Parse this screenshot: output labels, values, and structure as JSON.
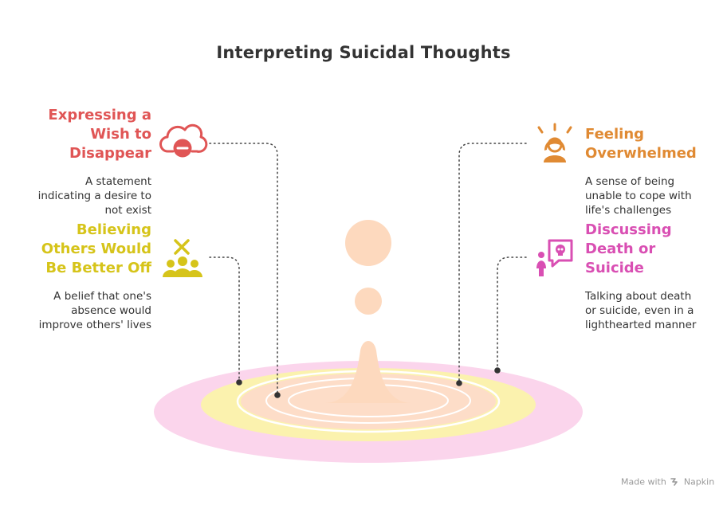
{
  "title": "Interpreting Suicidal Thoughts",
  "items": [
    {
      "heading_lines": [
        "Expressing a",
        "Wish to",
        "Disappear"
      ],
      "description_lines": [
        "A statement",
        "indicating a desire to",
        "not exist"
      ],
      "icon": "cloud-minus-icon",
      "color": "#e05555"
    },
    {
      "heading_lines": [
        "Believing",
        "Others Would",
        "Be Better Off"
      ],
      "description_lines": [
        "A belief that one's",
        "absence would",
        "improve others' lives"
      ],
      "icon": "group-x-icon",
      "color": "#d6c41a"
    },
    {
      "heading_lines": [
        "Feeling",
        "Overwhelmed"
      ],
      "description_lines": [
        "A sense of being",
        "unable to cope with",
        "life's challenges"
      ],
      "icon": "stressed-person-icon",
      "color": "#e08a33"
    },
    {
      "heading_lines": [
        "Discussing",
        "Death or",
        "Suicide"
      ],
      "description_lines": [
        "Talking about death",
        "or suicide, even in a",
        "lighthearted manner"
      ],
      "icon": "person-skull-speech-icon",
      "color": "#d94fb3"
    }
  ],
  "colors": {
    "ripple_outer": "#fbd5ec",
    "ripple_middle": "#fbf2ae",
    "ripple_inner": "#fdddc8",
    "droplet": "#fdd9be"
  },
  "footer": {
    "made_with": "Made with",
    "brand": "Napkin"
  }
}
